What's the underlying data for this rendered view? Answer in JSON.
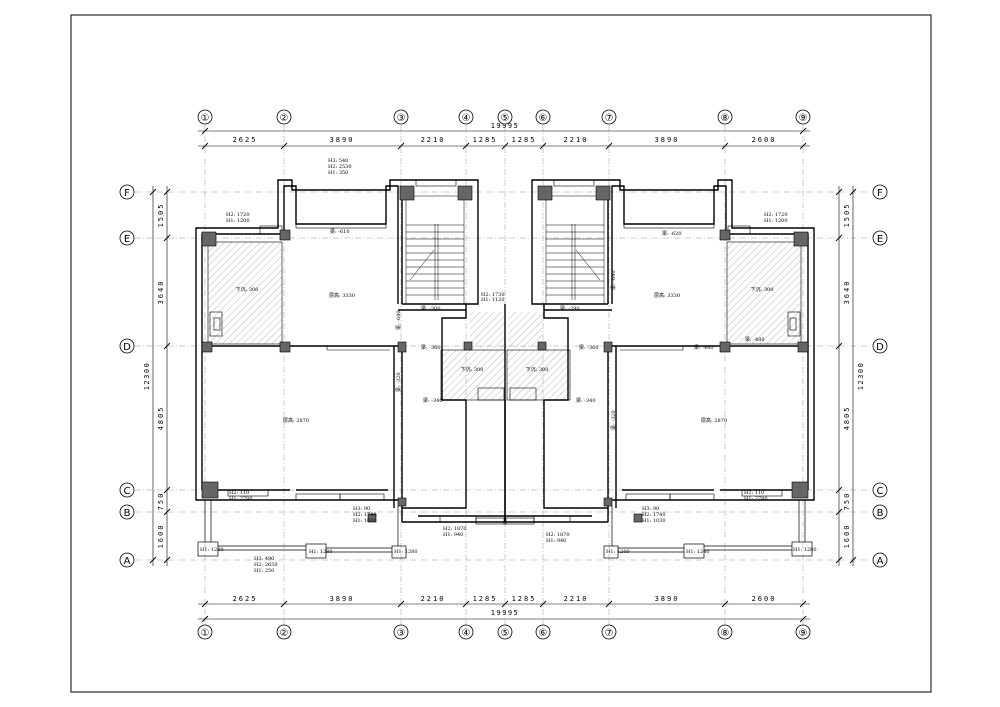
{
  "plan": {
    "col_axes": [
      "①",
      "②",
      "③",
      "④",
      "⑤",
      "⑥",
      "⑦",
      "⑧",
      "⑨"
    ],
    "row_axes": [
      "F",
      "E",
      "D",
      "C",
      "B",
      "A"
    ],
    "col_dims": [
      "2625",
      "3890",
      "2210",
      "1285",
      "1285",
      "2210",
      "3890",
      "2600"
    ],
    "col_total": "19995",
    "row_dims": [
      "1505",
      "3640",
      "4805",
      "750",
      "1600"
    ],
    "row_total": "12300",
    "rooms": {
      "left_sunken": "下沉: 300",
      "left_floor_height_upper": "层高: 3330",
      "left_floor_height_lower": "层高: 2870",
      "center_sunken_left": "下沉: 300",
      "center_sunken_right": "下沉: 300",
      "right_floor_height_upper": "层高: 3330",
      "right_sunken": "下沉: 300",
      "right_floor_height_lower": "层高: 2870"
    },
    "notes": {
      "top_left_window": [
        "H3: 540",
        "H2: 2530",
        "H1: 350"
      ],
      "left_e_window": [
        "H2: 1720",
        "H1: 1200"
      ],
      "right_e_window": [
        "H2: 1720",
        "H1: 1200"
      ],
      "center_stair_window": [
        "H2: 1730",
        "H1: 1120"
      ],
      "left_beam_e": "梁: -610",
      "right_beam_e": "梁: -620",
      "left_beam_stair": "梁: -300",
      "right_beam_stair": "梁: -290",
      "left_beam_d": "梁: -360",
      "right_beam_d": "梁: -360",
      "right_beam_d2": "梁: -480",
      "right_beam_sunken": "梁: -480",
      "left_beam_center": "梁: -340",
      "right_beam_center": "梁: -340",
      "left_vbeam_upper": "梁: -640",
      "right_vbeam_upper": "梁: -640",
      "left_vbeam_lower": "梁: -320",
      "right_vbeam_lower": "梁: -320",
      "left_c_window": [
        "H2: 110",
        "H1: 2780"
      ],
      "right_c_window": [
        "H2: 110",
        "H1: 2780"
      ],
      "left_c_window2": [
        "H3: 90",
        "H2: 1740",
        "H1: 1030"
      ],
      "right_c_window2": [
        "H3: 90",
        "H2: 1740",
        "H1: 1030"
      ],
      "left_b_door": [
        "H2: 1870",
        "H1: 940"
      ],
      "right_b_door": [
        "H2: 1870",
        "H1: 940"
      ],
      "left_a_rail": "H1: 1280",
      "left_a_rail2": "H1: 1280",
      "left_a_rail3": "H1: 1280",
      "right_a_rail": "H1: 1240",
      "right_a_rail2": "H1: 1240",
      "right_a_rail3": "H1: 1280",
      "left_a_note": [
        "H3: 490",
        "H2: 2650",
        "H1: 250"
      ]
    }
  }
}
